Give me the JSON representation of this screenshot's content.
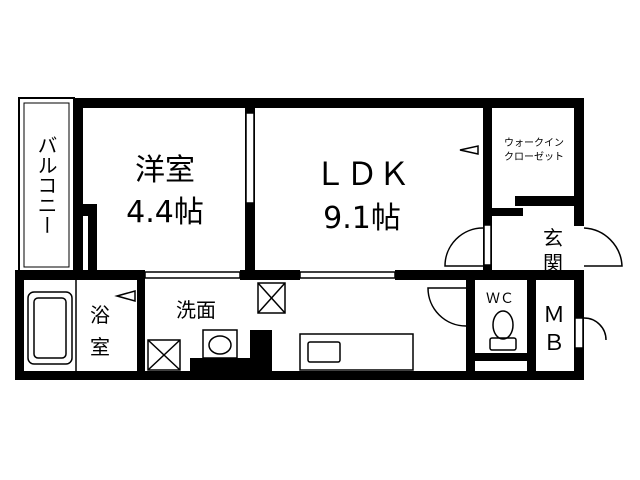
{
  "rooms": {
    "balcony": "バルコニー",
    "western_room": {
      "name": "洋室",
      "size": "4.4帖"
    },
    "ldk": {
      "name": "ＬＤＫ",
      "size": "9.1帖"
    },
    "walk_in_closet": {
      "line1": "ウォークイン",
      "line2": "クローゼット"
    },
    "entrance": {
      "line1": "玄",
      "line2": "関"
    },
    "bathroom": {
      "line1": "浴",
      "line2": "室"
    },
    "washroom": "洗面",
    "toilet": "ＷＣ",
    "meter_box": {
      "line1": "Ｍ",
      "line2": "Ｂ"
    }
  },
  "colors": {
    "wall": "#000000",
    "fixture": "#000000",
    "background": "#ffffff"
  }
}
